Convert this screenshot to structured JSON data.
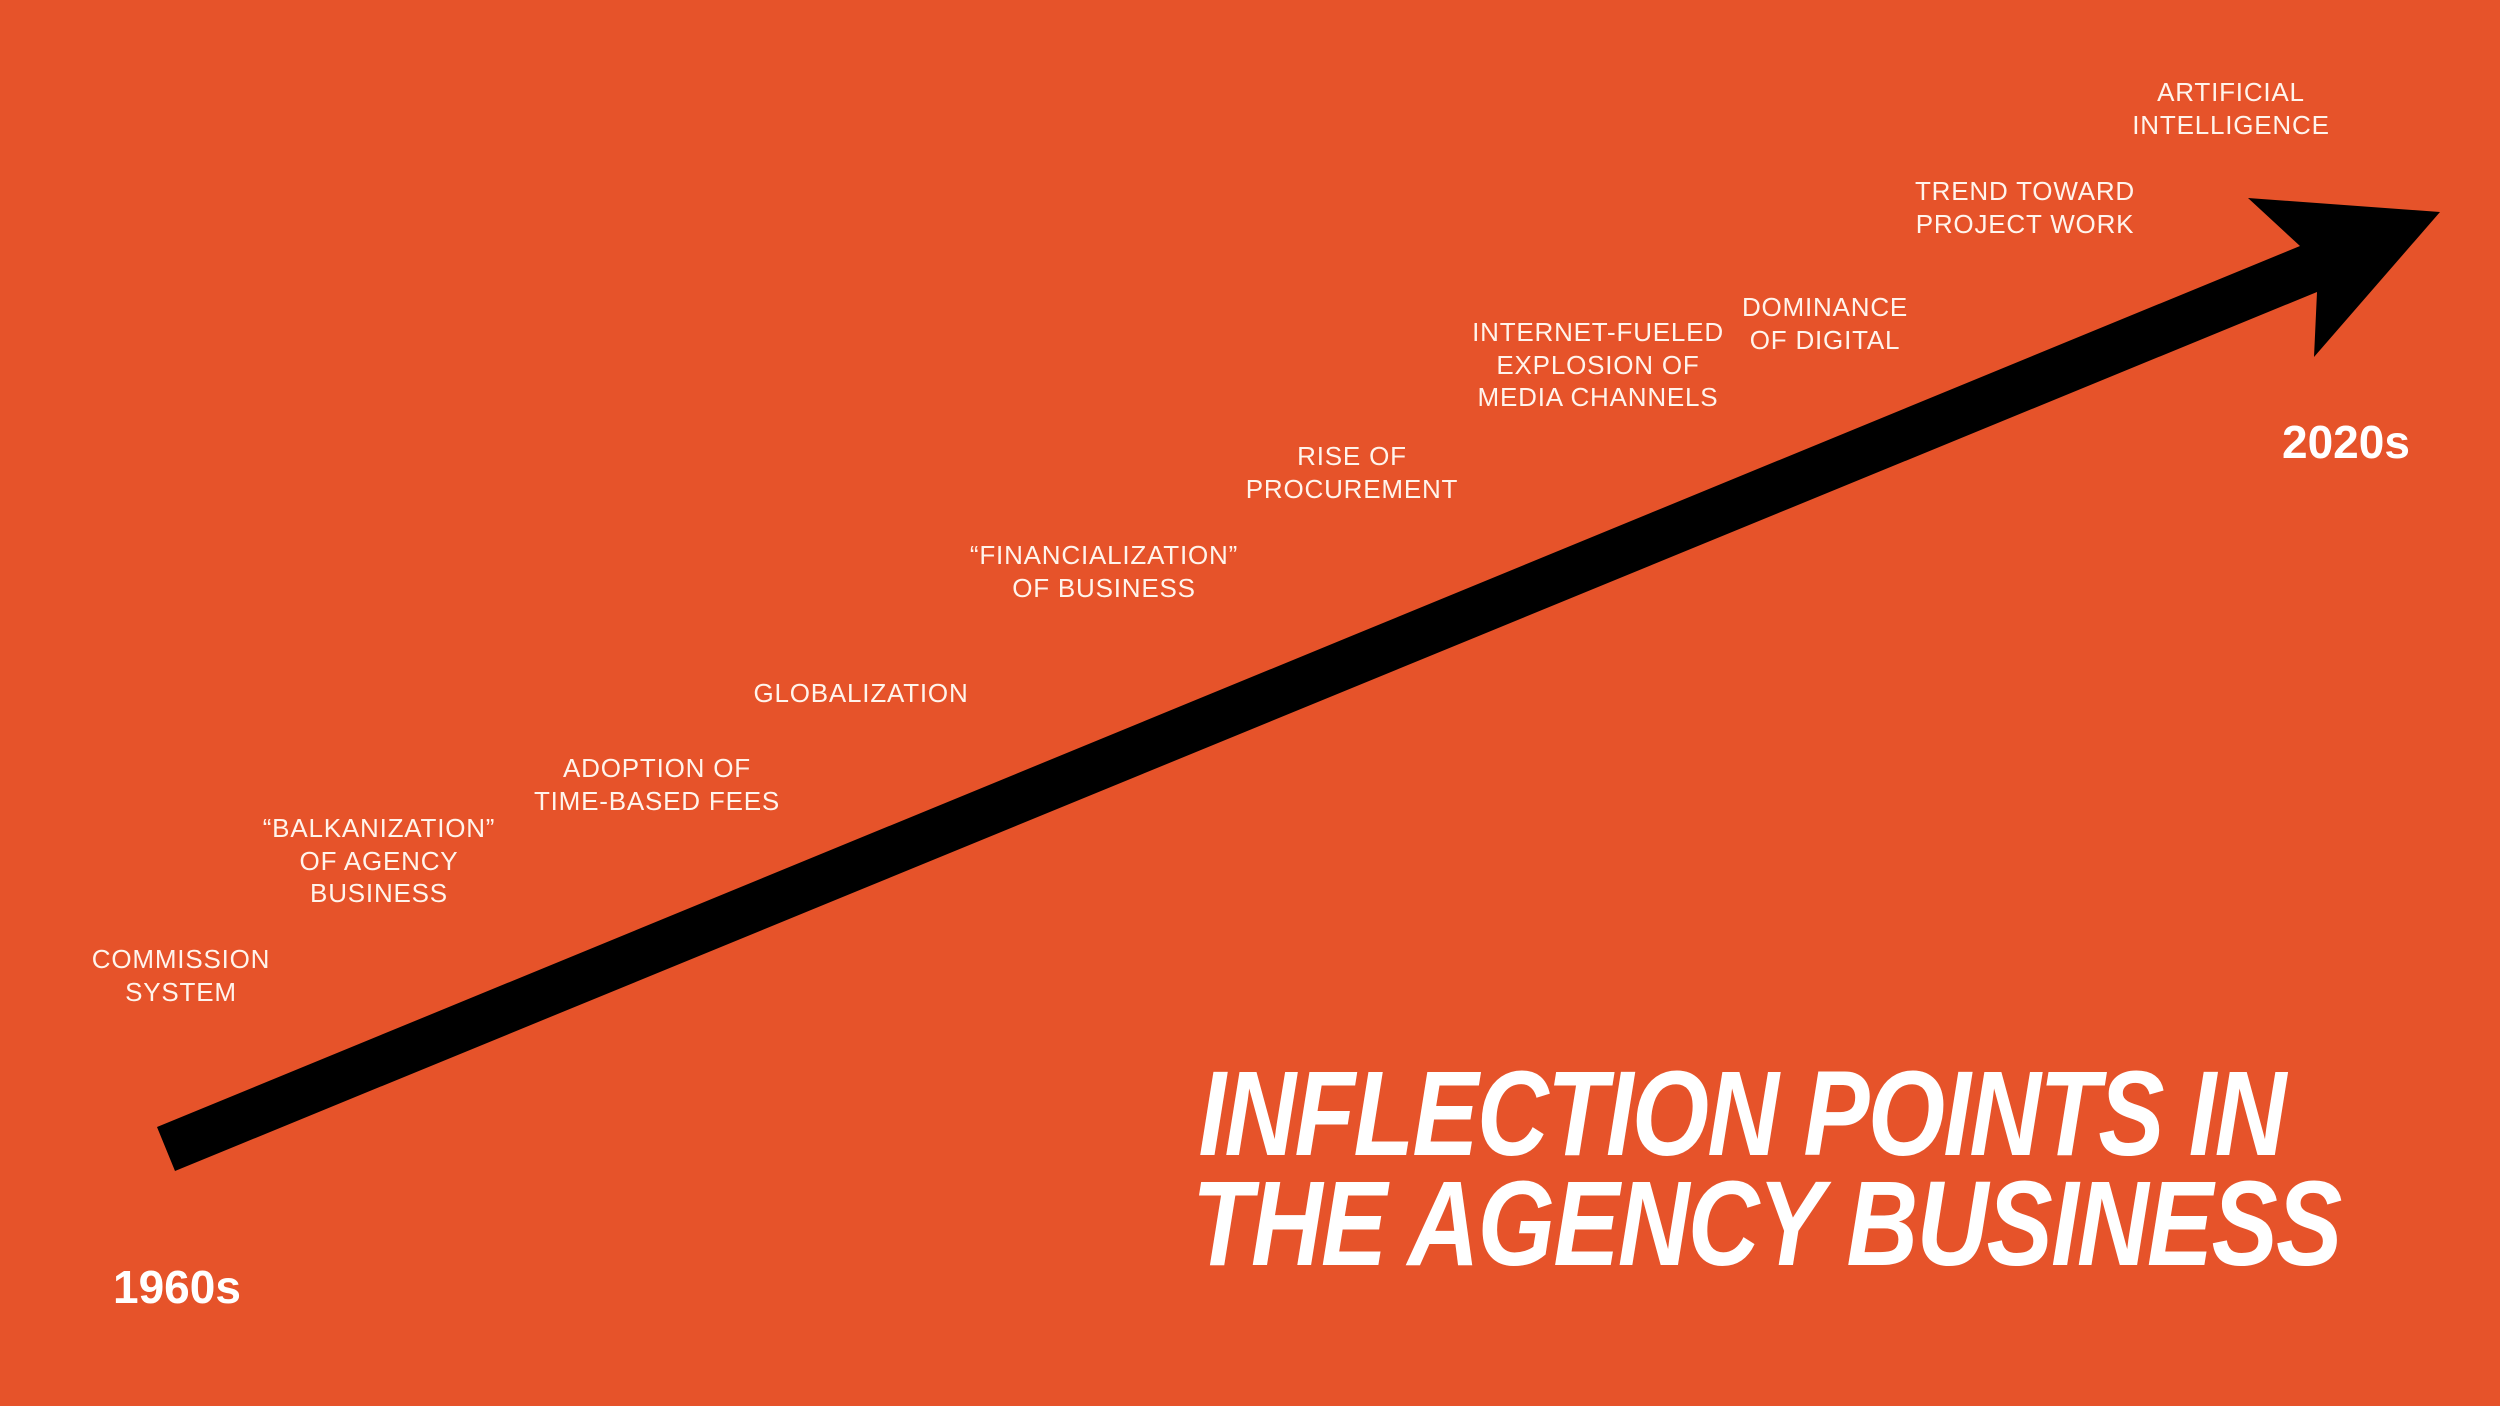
{
  "colors": {
    "background": "#E6532A",
    "arrow": "#000000",
    "text": "#FFFFFF"
  },
  "title": {
    "line1": "INFLECTION POINTS IN",
    "line2": "THE AGENCY BUSINESS"
  },
  "timeline": {
    "start_label": "1960s",
    "end_label": "2020s",
    "arrow_icon": "arrow-up-right-icon",
    "points": [
      {
        "lines": [
          "COMMISSION",
          "SYSTEM"
        ]
      },
      {
        "lines": [
          "“BALKANIZATION”",
          "OF AGENCY",
          "BUSINESS"
        ]
      },
      {
        "lines": [
          "ADOPTION OF",
          "TIME-BASED FEES"
        ]
      },
      {
        "lines": [
          "GLOBALIZATION"
        ]
      },
      {
        "lines": [
          "“FINANCIALIZATION”",
          "OF BUSINESS"
        ]
      },
      {
        "lines": [
          "RISE OF",
          "PROCUREMENT"
        ]
      },
      {
        "lines": [
          "INTERNET-FUELED",
          "EXPLOSION OF",
          "MEDIA CHANNELS"
        ]
      },
      {
        "lines": [
          "DOMINANCE",
          "OF DIGITAL"
        ]
      },
      {
        "lines": [
          "TREND TOWARD",
          "PROJECT WORK"
        ]
      },
      {
        "lines": [
          "ARTIFICIAL",
          "INTELLIGENCE"
        ]
      }
    ]
  }
}
